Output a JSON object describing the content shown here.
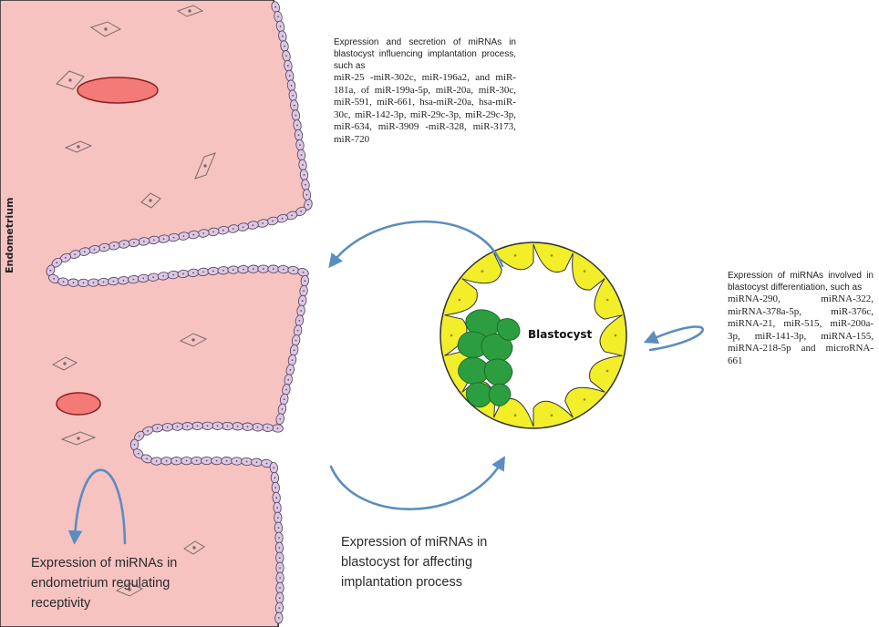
{
  "labels": {
    "endometrium": "Endometrium",
    "blastocyst": "Blastocyst"
  },
  "texts": {
    "secretion_header": "Expression and secretion of miRNAs in blastocyst influencing implantation process, such as",
    "secretion_list": "miR-25 -miR-302c, miR-196a2, and miR-181a, of miR-199a-5p, miR-20a, miR-30c, miR-591, miR-661, hsa-miR-20a, hsa-miR-30c, miR-142-3p, miR-29c-3p, miR-29c-3p, miR-634, miR-3909 -miR-328, miR-3173, miR-720",
    "differentiation_header": "Expression of miRNAs involved in blastocyst differentiation, such as",
    "differentiation_list": "miRNA-290, miRNA-322, mirRNA-378a-5p, miR-376c, miRNA-21, miR-515, miR-200a-3p, miR-141-3p, miRNA-155, miRNA-218-5p and microRNA-661",
    "blastocyst_implantation": "Expression of miRNAs in blastocyst for affecting implantation process",
    "endometrium_receptivity": "Expression of miRNAs in endometrium regulating receptivity"
  },
  "colors": {
    "endometrium_fill": "#f7c3c1",
    "epithelial_cell": "#dcc8e2",
    "blood_vessel": "#f47a78",
    "trophoblast": "#f2ee2a",
    "blastocyst_cavity": "#ffffff",
    "inner_cell_mass": "#2d9e3f",
    "arrow": "#5a8dc0"
  },
  "icons": [
    "stromal-cell-icon",
    "blood-vessel-icon",
    "curved-arrow-icon"
  ]
}
